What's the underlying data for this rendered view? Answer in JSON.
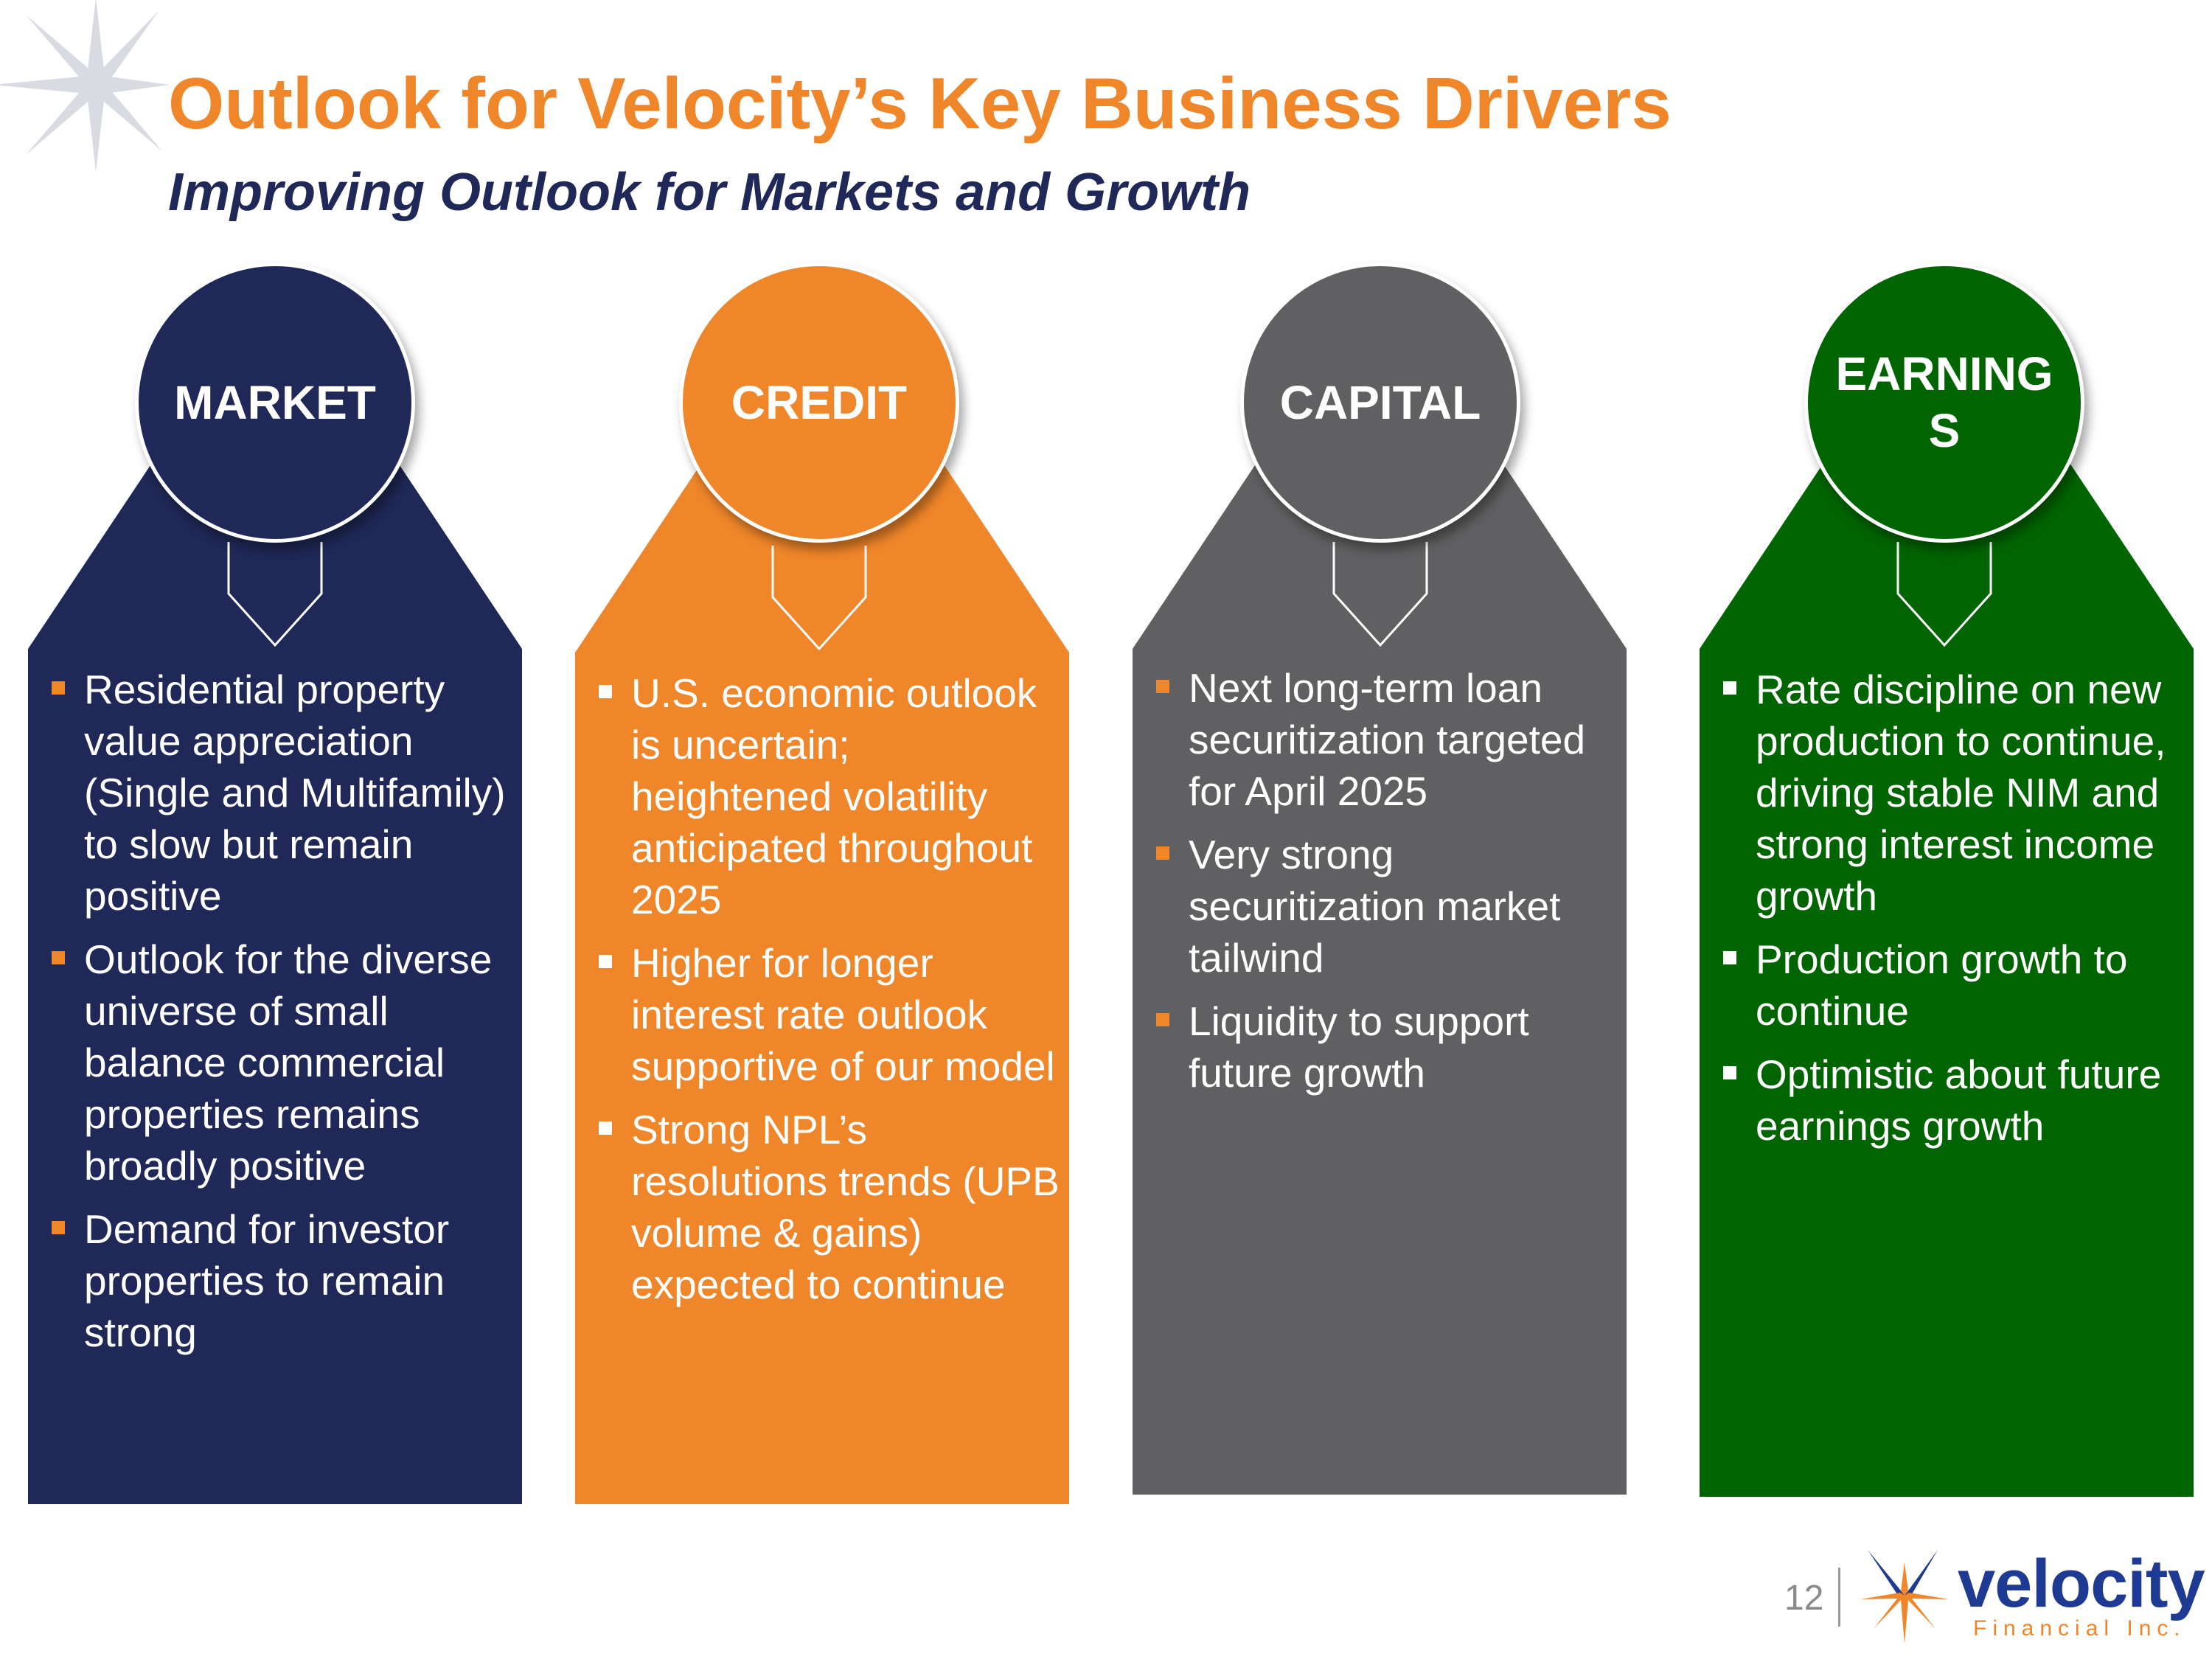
{
  "header": {
    "title": "Outlook for Velocity’s Key Business Drivers",
    "subtitle": "Improving Outlook for Markets and Growth"
  },
  "colors": {
    "title_orange": "#f0862a",
    "subtitle_navy": "#1f2856",
    "market": "#1f2856",
    "credit": "#f0862a",
    "capital": "#606062",
    "earnings": "#006400",
    "bullet_orange": "#f0862a",
    "bullet_white": "#ffffff"
  },
  "columns": [
    {
      "id": "market",
      "label": "MARKET",
      "bullets": [
        "Residential property value appreciation (Single and Multifamily) to slow but remain positive",
        "Outlook for the diverse universe of small balance commercial properties remains broadly positive",
        "Demand for investor properties to remain strong"
      ]
    },
    {
      "id": "credit",
      "label": "CREDIT",
      "bullets": [
        "U.S. economic outlook is uncertain; heightened volatility anticipated throughout 2025",
        "Higher for longer interest rate outlook supportive of our model",
        "Strong NPL’s resolutions trends (UPB volume & gains) expected to continue"
      ]
    },
    {
      "id": "capital",
      "label": "CAPITAL",
      "bullets": [
        "Next long-term loan securitization targeted for April 2025",
        "Very strong securitization market tailwind",
        "Liquidity to support future growth"
      ]
    },
    {
      "id": "earnings",
      "label": "EARNINGS",
      "bullets": [
        "Rate discipline on new production to continue, driving stable NIM and strong interest income growth",
        "Production growth to continue",
        "Optimistic about future earnings growth"
      ]
    }
  ],
  "footer": {
    "page_number": "12",
    "logo_name": "velocity",
    "logo_sub": "Financial Inc."
  }
}
